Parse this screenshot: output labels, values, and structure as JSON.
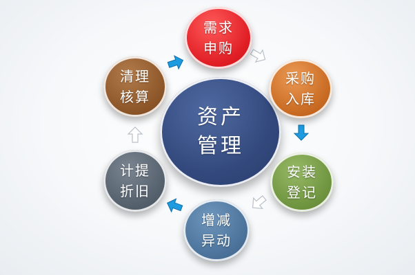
{
  "center": {
    "line1": "资产",
    "line2": "管理"
  },
  "nodes": {
    "demand": {
      "line1": "需求",
      "line2": "申购"
    },
    "purchase": {
      "line1": "采购",
      "line2": "入库"
    },
    "install": {
      "line1": "安装",
      "line2": "登记"
    },
    "change": {
      "line1": "增减",
      "line2": "异动"
    },
    "depr": {
      "line1": "计提",
      "line2": "折旧"
    },
    "settle": {
      "line1": "清理",
      "line2": "核算"
    }
  },
  "colors": {
    "center": "#33497d",
    "demand": "#e01e24",
    "purchase": "#c86a22",
    "install": "#6f943f",
    "change": "#4b729a",
    "depr": "#55606d",
    "settle": "#8c5628",
    "arrow_blue": "#1e9be0",
    "arrow_white": "#ffffff"
  },
  "icons": {
    "flow_arrow": "arrow-icon"
  }
}
